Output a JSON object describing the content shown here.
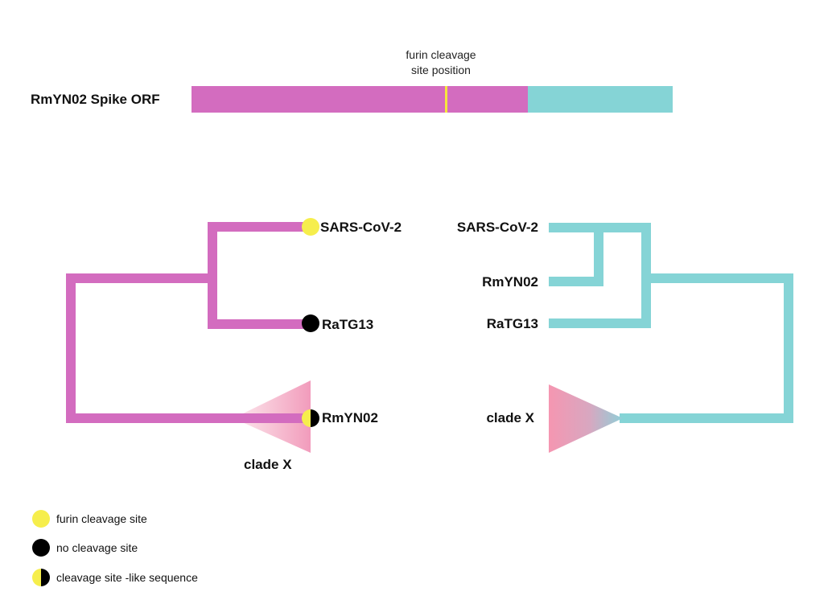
{
  "orf": {
    "label": "RmYN02 Spike ORF",
    "furin_note_line1": "furin cleavage",
    "furin_note_line2": "site position"
  },
  "left_tree": {
    "tips": [
      "SARS-CoV-2",
      "RaTG13",
      "RmYN02"
    ],
    "clade_label": "clade X"
  },
  "right_tree": {
    "tips": [
      "SARS-CoV-2",
      "RmYN02",
      "RaTG13"
    ],
    "clade_label": "clade X"
  },
  "legend": [
    {
      "marker": "yellow-circle",
      "label": "furin cleavage site"
    },
    {
      "marker": "black-circle",
      "label": "no cleavage site"
    },
    {
      "marker": "half-yellow-half-black-circle",
      "label": "cleavage site -like sequence"
    }
  ],
  "colors": {
    "magenta": "#d36cbf",
    "teal": "#85d4d6",
    "yellow": "#f6ee4c",
    "pink": "#f3a0b9"
  }
}
